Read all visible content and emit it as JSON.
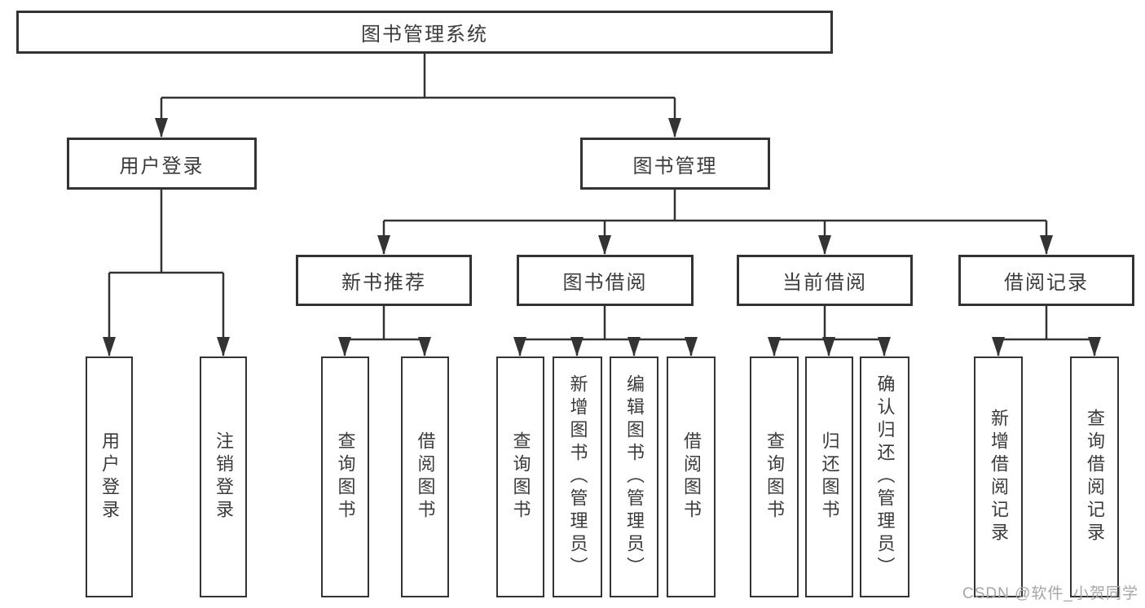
{
  "diagram": {
    "root": {
      "label": "图书管理系统"
    },
    "children": [
      {
        "label": "用户登录",
        "children": [
          {
            "label": "用户登录"
          },
          {
            "label": "注销登录"
          }
        ]
      },
      {
        "label": "图书管理",
        "children": [
          {
            "label": "新书推荐",
            "children": [
              {
                "label": "查询图书"
              },
              {
                "label": "借阅图书"
              }
            ]
          },
          {
            "label": "图书借阅",
            "children": [
              {
                "label": "查询图书"
              },
              {
                "label": "新增图书（管理员）"
              },
              {
                "label": "编辑图书（管理员）"
              },
              {
                "label": "借阅图书"
              }
            ]
          },
          {
            "label": "当前借阅",
            "children": [
              {
                "label": "查询图书"
              },
              {
                "label": "归还图书"
              },
              {
                "label": "确认归还（管理员）"
              }
            ]
          },
          {
            "label": "借阅记录",
            "children": [
              {
                "label": "新增借阅记录"
              },
              {
                "label": "查询借阅记录"
              }
            ]
          }
        ]
      }
    ]
  },
  "watermark": {
    "text": "CSDN @软件_小贺同学"
  },
  "colors": {
    "line": "#333333",
    "box_border": "#333333",
    "text": "#3b3b3b",
    "watermark": "#a6a6a6",
    "background": "#ffffff"
  }
}
